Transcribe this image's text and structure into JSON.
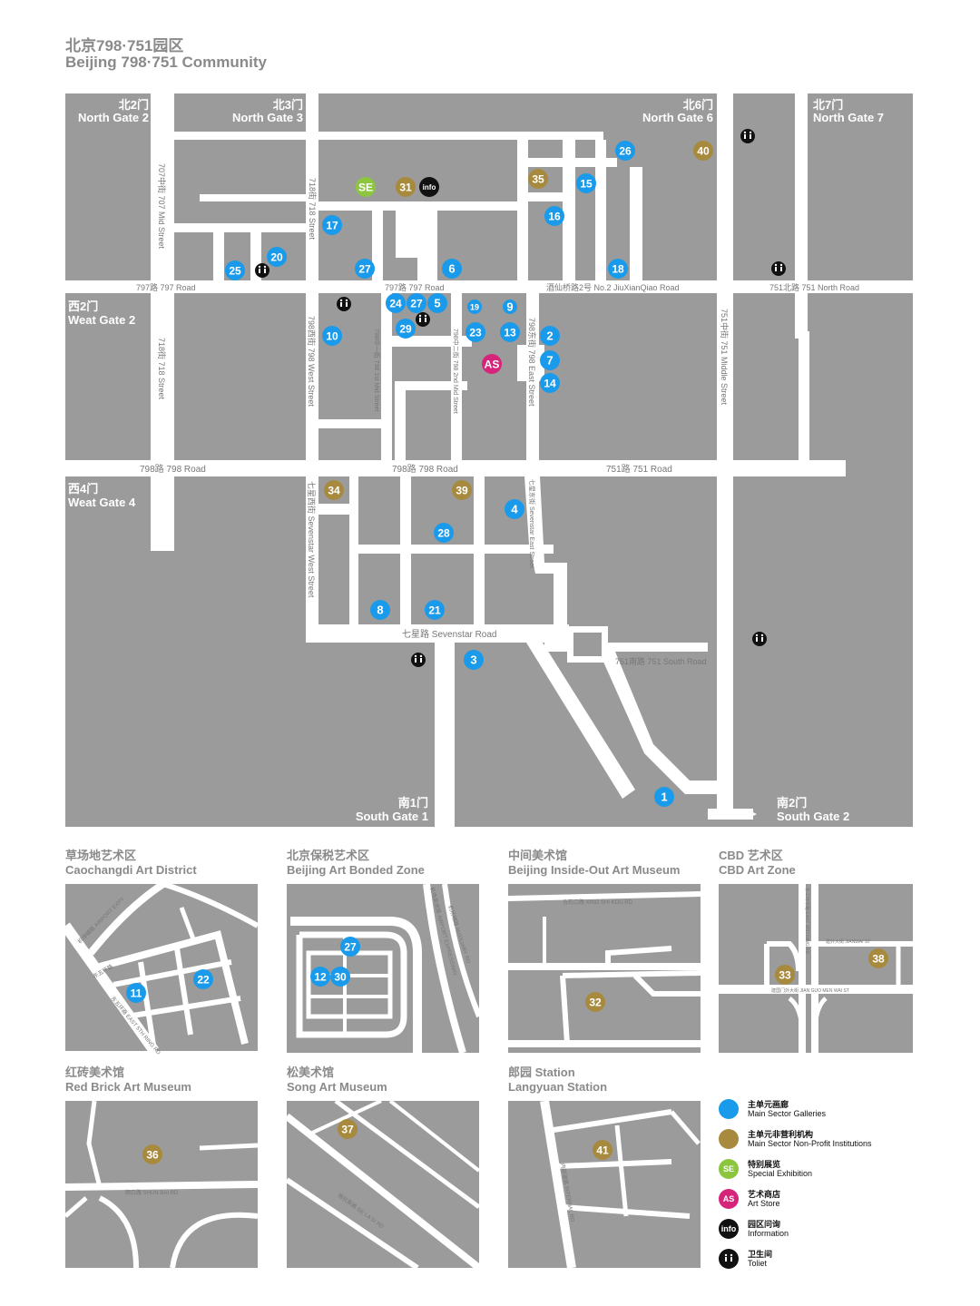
{
  "title": {
    "cn": "北京798·751园区",
    "en": "Beijing 798·751 Community"
  },
  "colors": {
    "block": "#9b9b9b",
    "road": "#ffffff",
    "gallery": "#1a9aeb",
    "nonprofit": "#a88a3e",
    "special": "#8cc63f",
    "store": "#d6247a",
    "info": "#111111",
    "toilet": "#111111"
  },
  "gates": [
    {
      "cn": "北2门",
      "en": "North Gate 2"
    },
    {
      "cn": "北3门",
      "en": "North Gate 3"
    },
    {
      "cn": "北6门",
      "en": "North Gate 6"
    },
    {
      "cn": "北7门",
      "en": "North Gate 7"
    },
    {
      "cn": "西2门",
      "en": "Weat Gate 2"
    },
    {
      "cn": "西4门",
      "en": "Weat Gate 4"
    },
    {
      "cn": "南1门",
      "en": "South Gate 1"
    },
    {
      "cn": "南2门",
      "en": "South Gate 2"
    }
  ],
  "roads": [
    "797路  797 Road",
    "797路  797 Road",
    "酒仙桥路2号   No.2  JiuXianQiao Road",
    "751北路  751 North Road",
    "798路  798 Road",
    "798路  798 Road",
    "751路  751 Road",
    "七星路  Sevenstar Road",
    "751南路  751 South Road",
    "707中街  707 Mid Street",
    "718街  718  Street",
    "718街  718  Street",
    "798西街  798 West Street",
    "798中一街  798 1st Mid Street",
    "798中二街  798 2nd Mid Street",
    "798东街  798 East Street",
    "751中街  751 Middle Street",
    "七星西街  Sevenstar West Street",
    "七星东街  Sevenstar East Street"
  ],
  "markers": [
    {
      "label": "26",
      "type": "gallery"
    },
    {
      "label": "40",
      "type": "nonprofit"
    },
    {
      "label": "SE",
      "type": "special"
    },
    {
      "label": "31",
      "type": "nonprofit"
    },
    {
      "label": "info",
      "type": "info"
    },
    {
      "label": "35",
      "type": "nonprofit"
    },
    {
      "label": "15",
      "type": "gallery"
    },
    {
      "label": "16",
      "type": "gallery"
    },
    {
      "label": "17",
      "type": "gallery"
    },
    {
      "label": "20",
      "type": "gallery"
    },
    {
      "label": "25",
      "type": "gallery"
    },
    {
      "label": "27",
      "type": "gallery"
    },
    {
      "label": "6",
      "type": "gallery"
    },
    {
      "label": "18",
      "type": "gallery"
    },
    {
      "label": "24",
      "type": "gallery"
    },
    {
      "label": "27",
      "type": "gallery"
    },
    {
      "label": "5",
      "type": "gallery"
    },
    {
      "label": "19",
      "type": "gallery"
    },
    {
      "label": "9",
      "type": "gallery"
    },
    {
      "label": "29",
      "type": "gallery"
    },
    {
      "label": "23",
      "type": "gallery"
    },
    {
      "label": "13",
      "type": "gallery"
    },
    {
      "label": "2",
      "type": "gallery"
    },
    {
      "label": "10",
      "type": "gallery"
    },
    {
      "label": "AS",
      "type": "store"
    },
    {
      "label": "7",
      "type": "gallery"
    },
    {
      "label": "14",
      "type": "gallery"
    },
    {
      "label": "34",
      "type": "nonprofit"
    },
    {
      "label": "39",
      "type": "nonprofit"
    },
    {
      "label": "4",
      "type": "gallery"
    },
    {
      "label": "28",
      "type": "gallery"
    },
    {
      "label": "8",
      "type": "gallery"
    },
    {
      "label": "21",
      "type": "gallery"
    },
    {
      "label": "3",
      "type": "gallery"
    },
    {
      "label": "1",
      "type": "gallery"
    }
  ],
  "insets": [
    {
      "cn": "草场地艺术区",
      "en": "Caochangdi Art District",
      "roads": [
        "机场辅路 AIRPORT EXPY",
        "东五环路 EAST 5TH RING RD",
        "东五环路"
      ],
      "markers": [
        {
          "label": "11",
          "type": "gallery"
        },
        {
          "label": "22",
          "type": "gallery"
        }
      ]
    },
    {
      "cn": "北京保税艺术区",
      "en": "Beijing Art Bonded Zone",
      "roads": [
        "机场高速路 AIRPORT EXPRESSWAY",
        "机场辅路 AUXILIARY RD"
      ],
      "markers": [
        {
          "label": "27",
          "type": "gallery"
        },
        {
          "label": "12",
          "type": "gallery"
        },
        {
          "label": "30",
          "type": "gallery"
        }
      ]
    },
    {
      "cn": "中间美术馆",
      "en": "Beijing Inside-Out Art Museum",
      "roads": [
        "杏石口路  XING SHI KOU RD"
      ],
      "markers": [
        {
          "label": "32",
          "type": "nonprofit"
        }
      ]
    },
    {
      "cn": "CBD 艺术区",
      "en": "CBD Art Zone",
      "roads": [
        "东三环中路 EAST 3RD RING RD",
        "建外大街 JIANWAI ST",
        "建国门外大街  JIAN GUO MEN WAI ST"
      ],
      "markers": [
        {
          "label": "33",
          "type": "nonprofit"
        },
        {
          "label": "38",
          "type": "nonprofit"
        }
      ]
    },
    {
      "cn": "红砖美术馆",
      "en": "Red Brick Art Museum",
      "roads": [
        "顺白路  SHUN BAI RD"
      ],
      "markers": [
        {
          "label": "36",
          "type": "nonprofit"
        }
      ]
    },
    {
      "cn": "松美术馆",
      "en": "Song Art Museum",
      "roads": [
        "格拉斯路  GE LA SI RD"
      ],
      "markers": [
        {
          "label": "37",
          "type": "nonprofit"
        }
      ]
    },
    {
      "cn": "郎园 Station",
      "en": "Langyuan Station",
      "roads": [
        "内部道路 INTERNAL RD"
      ],
      "markers": [
        {
          "label": "41",
          "type": "nonprofit"
        }
      ]
    }
  ],
  "legend": [
    {
      "symbol": "",
      "type": "gallery",
      "cn": "主单元画廊",
      "en": "Main Sector Galleries"
    },
    {
      "symbol": "",
      "type": "nonprofit",
      "cn": "主单元非营利机构",
      "en": "Main Sector Non-Profit Institutions"
    },
    {
      "symbol": "SE",
      "type": "special",
      "cn": "特别展览",
      "en": "Special Exhibition"
    },
    {
      "symbol": "AS",
      "type": "store",
      "cn": "艺术商店",
      "en": "Art Store"
    },
    {
      "symbol": "info",
      "type": "info",
      "cn": "园区问询",
      "en": "Information"
    },
    {
      "symbol": "toilet",
      "type": "toilet",
      "cn": "卫生间",
      "en": "Toliet"
    }
  ]
}
